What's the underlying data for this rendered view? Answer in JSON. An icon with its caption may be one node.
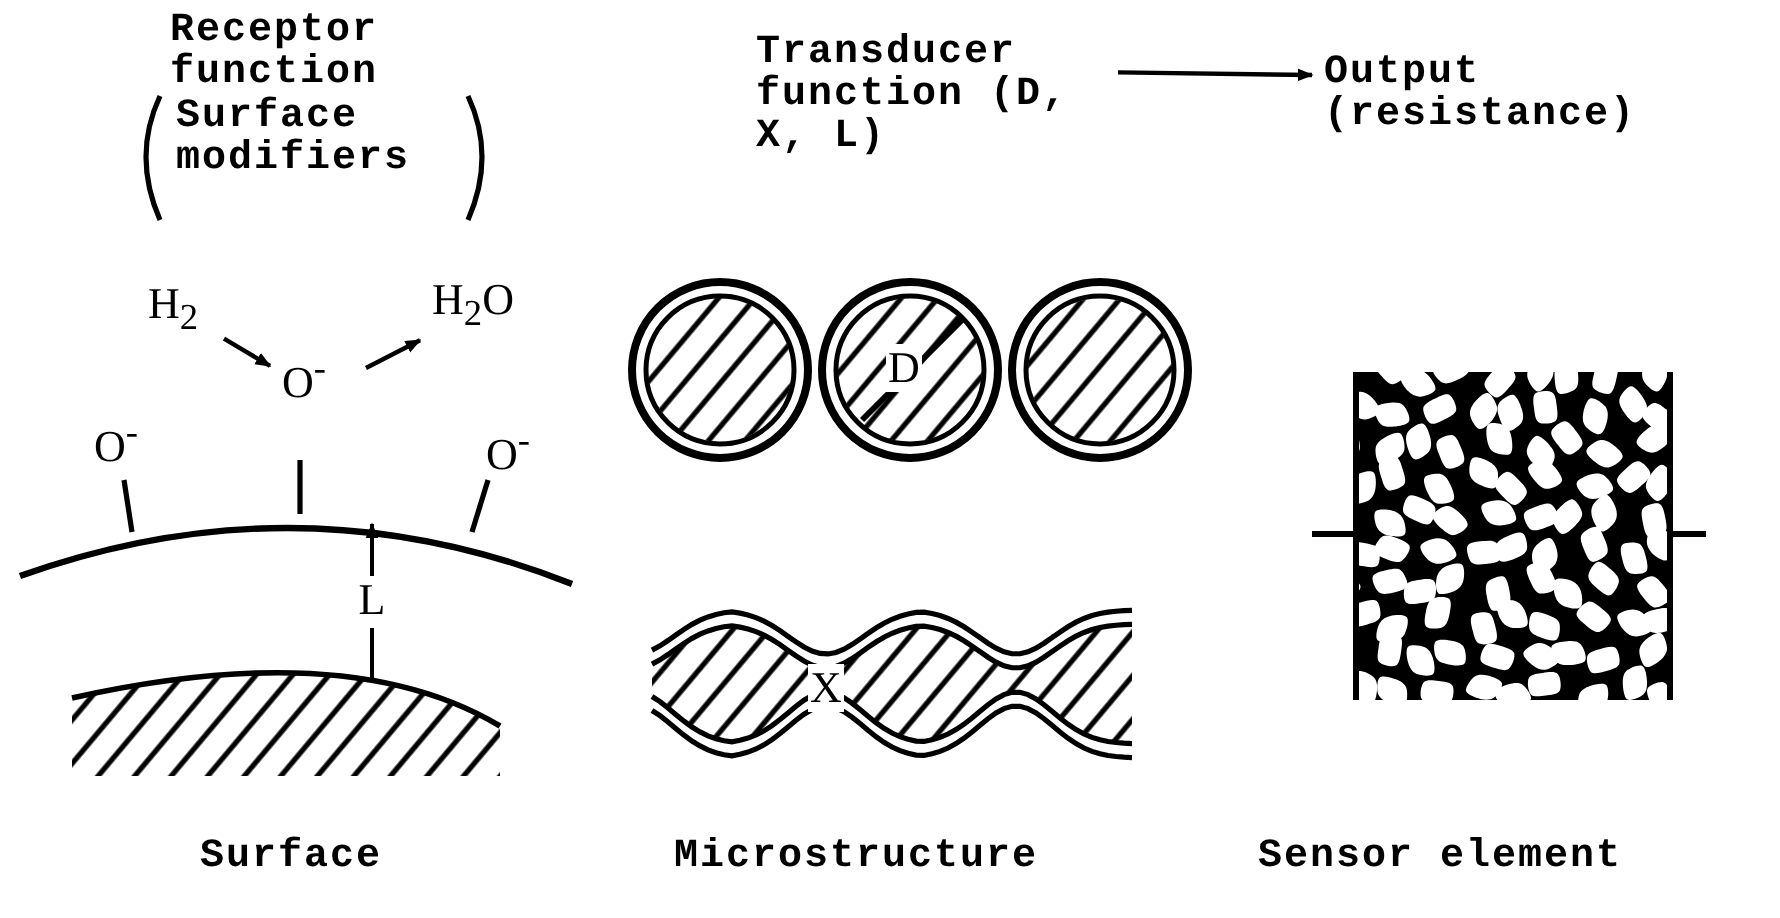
{
  "diagram": {
    "nodes": [
      {
        "text": [
          "Transducer function (D, X, L)"
        ]
      },
      {
        "text": [
          "Output (resistance)"
        ]
      },
      {
        "text": [
          "H$_{2}$"
        ]
      },
      {
        "text": [
          "O$^{-}$"
        ]
      },
      {
        "text": [
          "H$_{2}$O"
        ]
      }
    ],
    "edges": [
      {
        "from": 0,
        "to": 1,
        "arrow": "to"
      },
      {
        "from": 2,
        "to": 3,
        "arrow": "to"
      },
      {
        "from": 3,
        "to": 4,
        "arrow": "to"
      }
    ],
    "labels": [
      "Receptor function",
      "Surface modifiers",
      "O$^{-}$",
      "O$^{-}$",
      "L",
      "D",
      "X",
      "Surface",
      "Microstructure",
      "Sensor element"
    ]
  }
}
